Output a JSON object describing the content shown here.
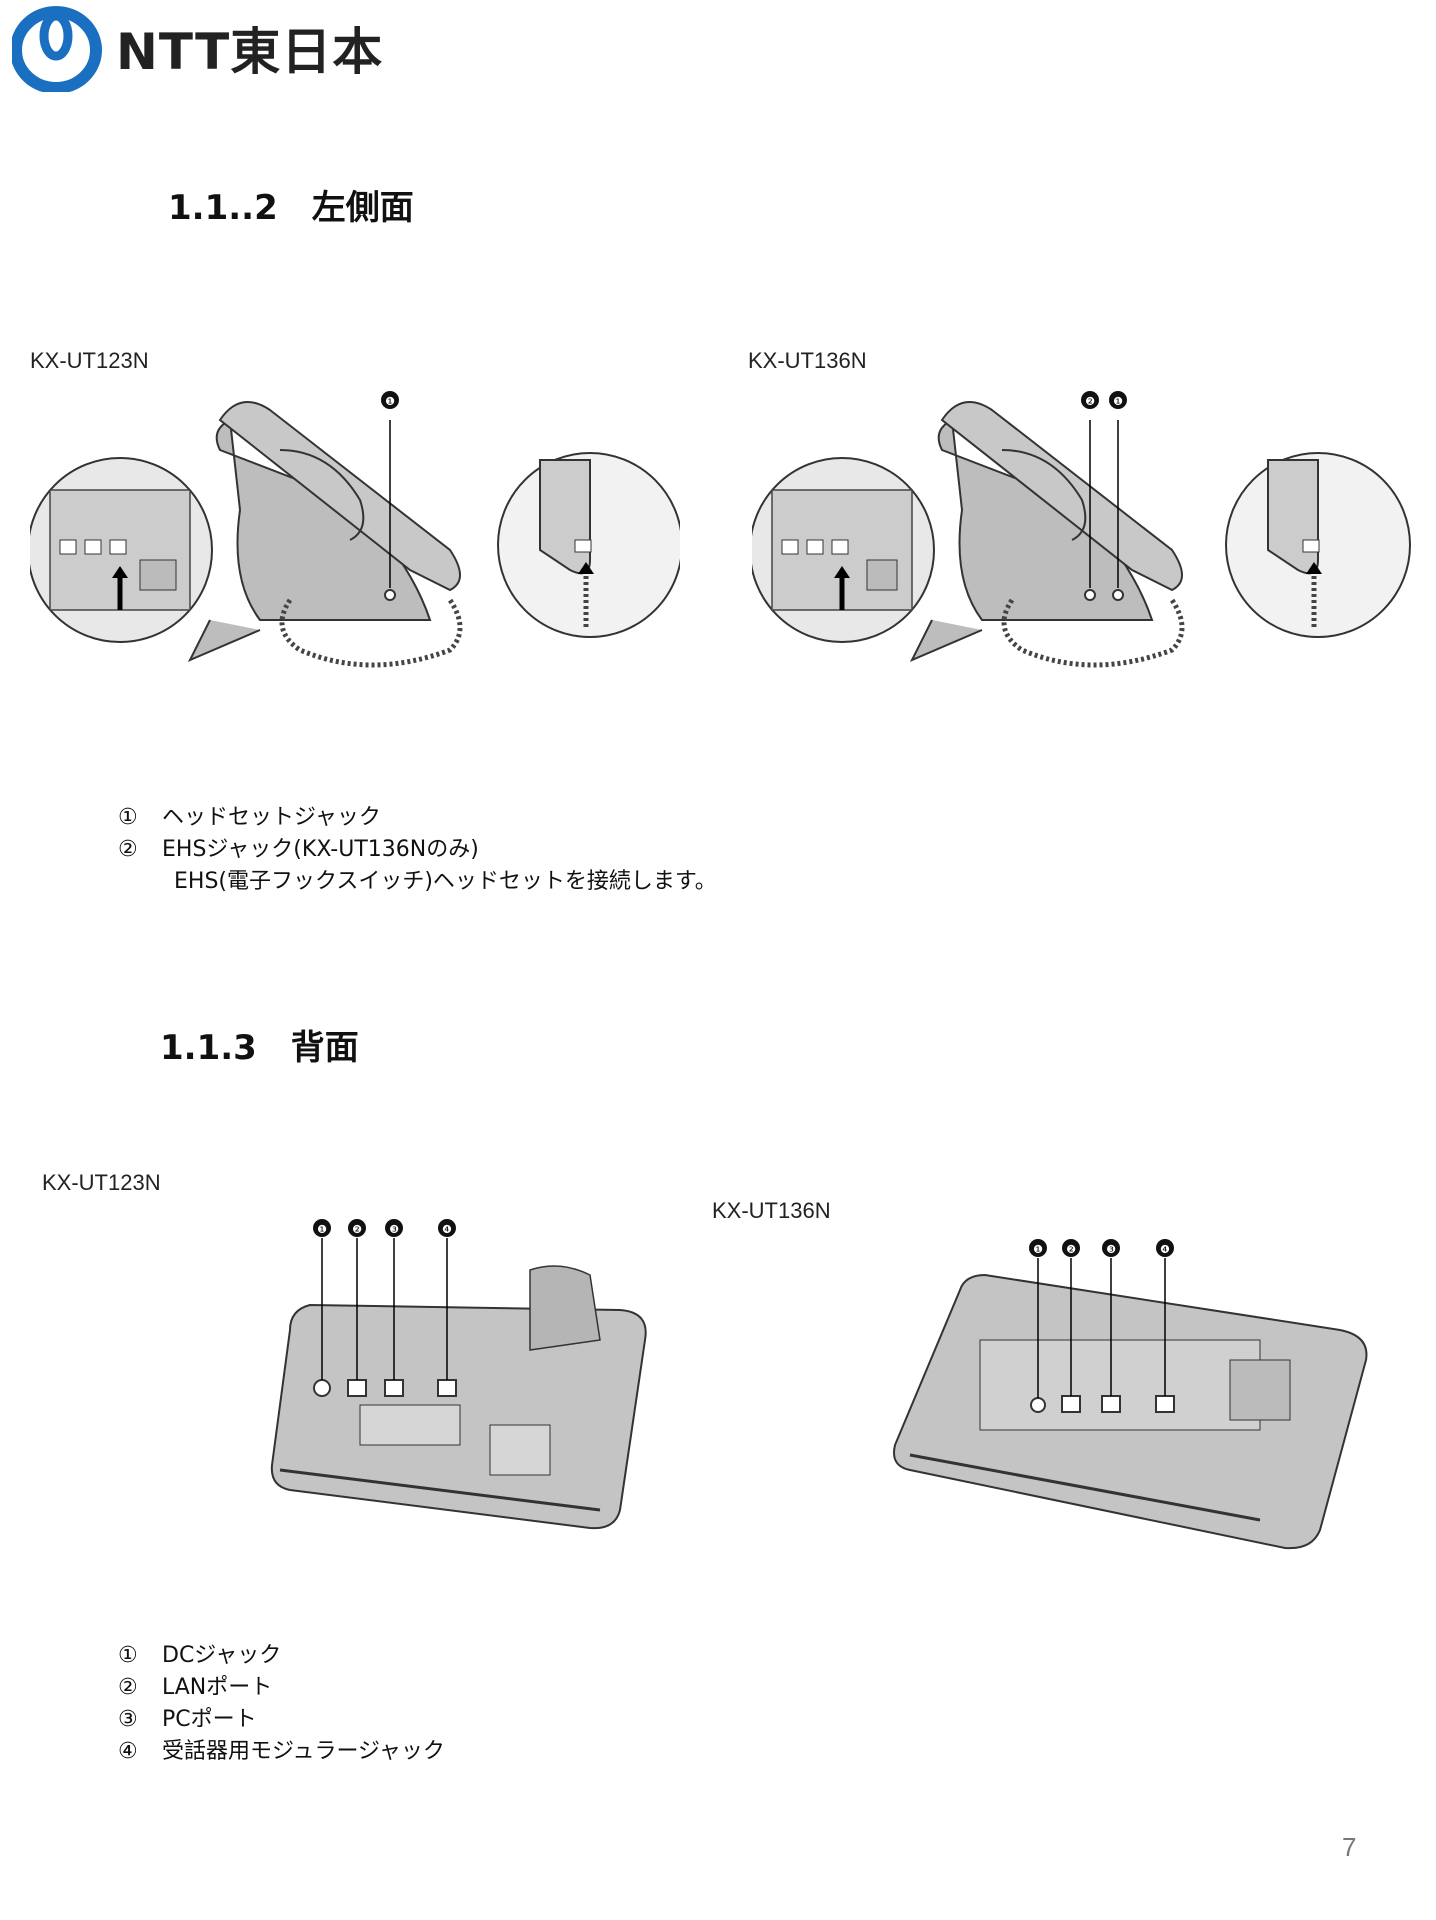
{
  "header": {
    "logo_text": "NTT東日本",
    "brand_color": "#1a6fc0"
  },
  "section_left_side": {
    "heading": "1.1..2　左側面",
    "model_a": "KX-UT123N",
    "model_b": "KX-UT136N",
    "callouts_a": [
      "❶"
    ],
    "callouts_b": [
      "❷",
      "❶"
    ],
    "items": [
      {
        "num": "①",
        "text": "ヘッドセットジャック"
      },
      {
        "num": "②",
        "text": "EHSジャック(KX-UT136Nのみ)"
      }
    ],
    "note": "EHS(電子フックスイッチ)ヘッドセットを接続します。"
  },
  "section_back": {
    "heading": "1.1.3　背面",
    "model_a": "KX-UT123N",
    "model_b": "KX-UT136N",
    "callouts": [
      "❶",
      "❷",
      "❸",
      "❹"
    ],
    "items": [
      {
        "num": "①",
        "text": "DCジャック"
      },
      {
        "num": "②",
        "text": "LANポート"
      },
      {
        "num": "③",
        "text": "PCポート"
      },
      {
        "num": "④",
        "text": "受話器用モジュラージャック"
      }
    ]
  },
  "footer": {
    "page_number": "7"
  }
}
